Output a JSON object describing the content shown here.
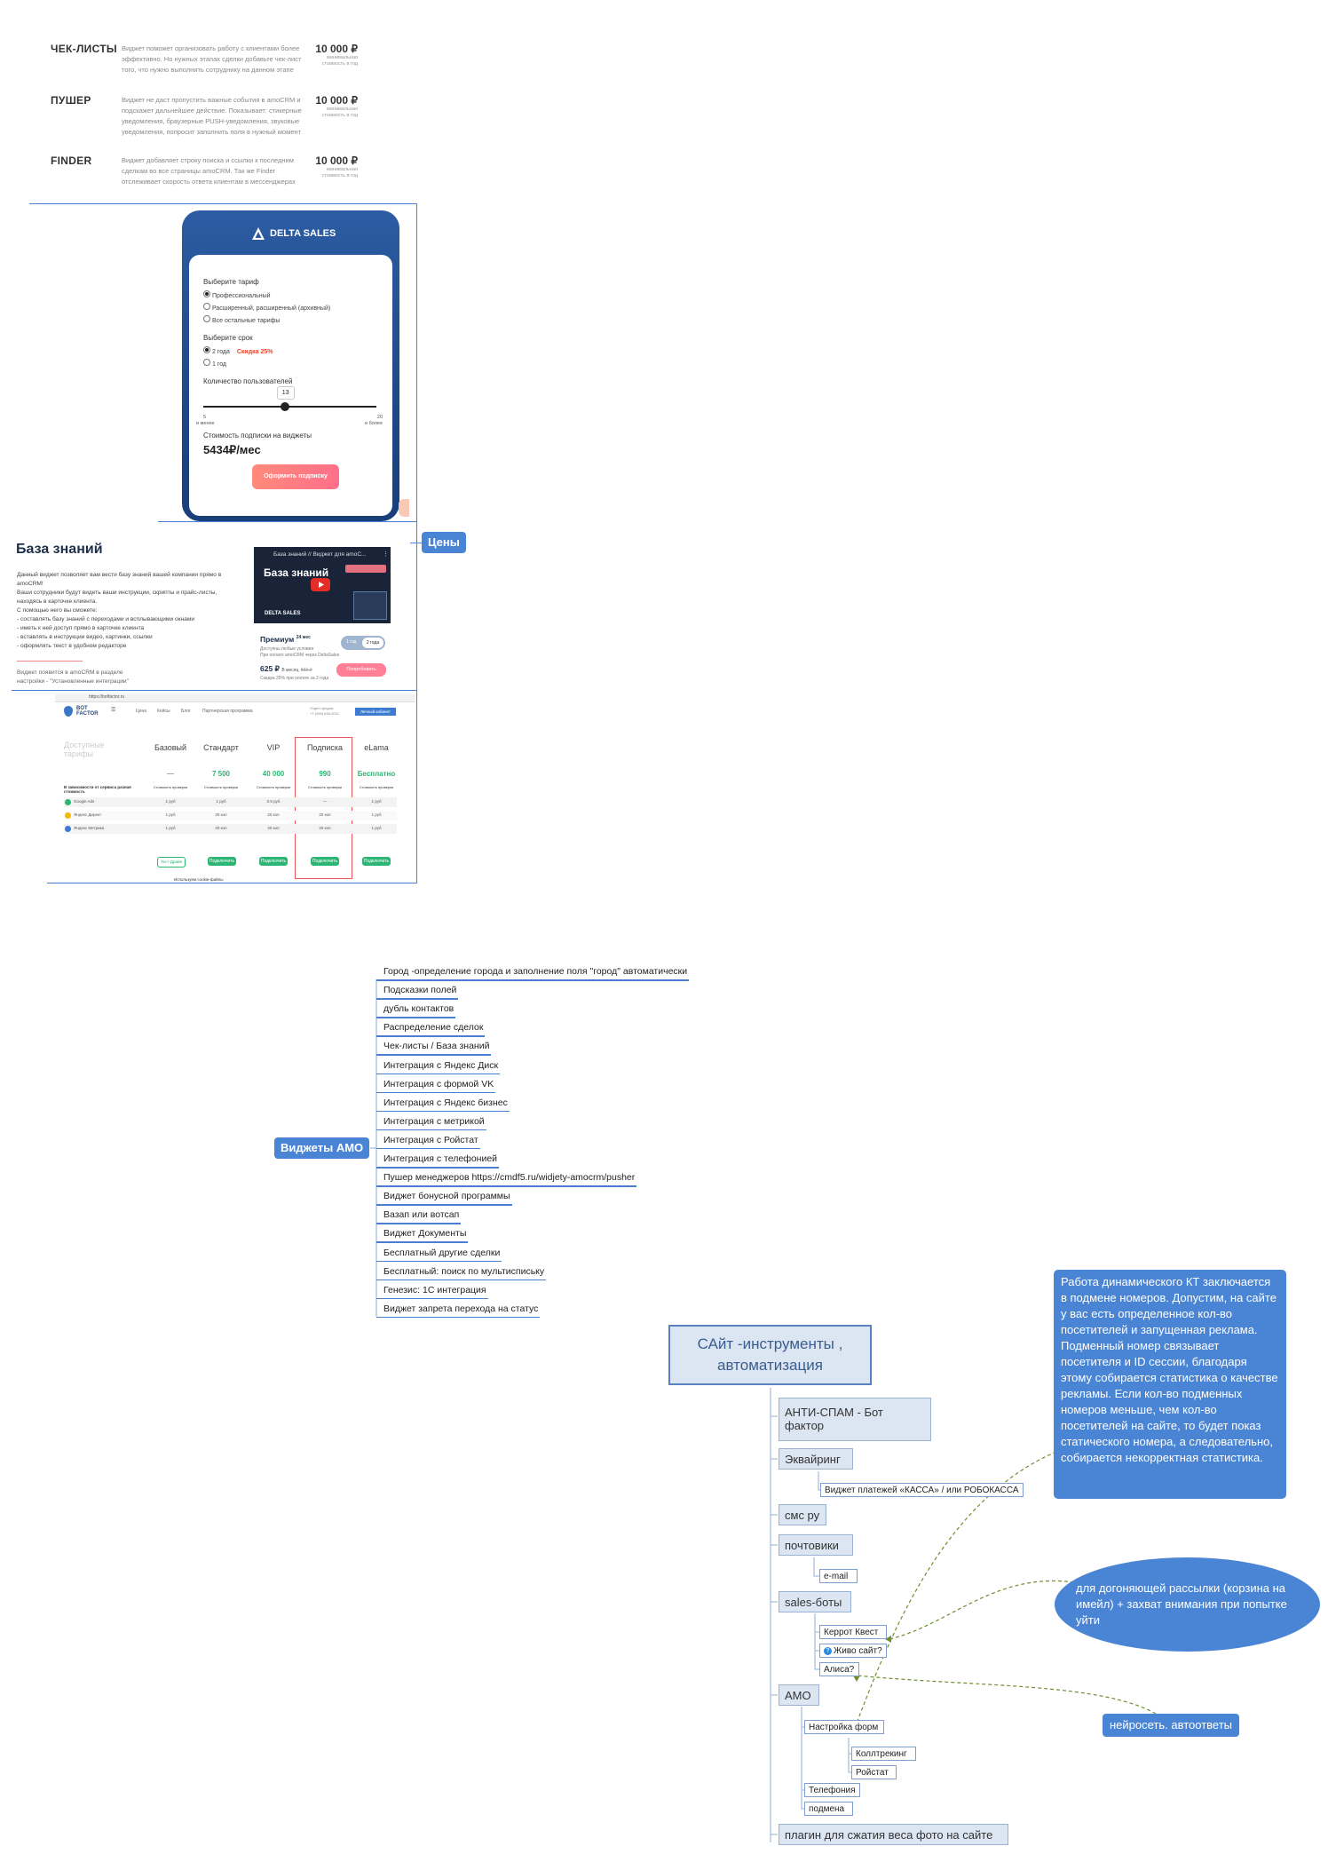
{
  "prices": [
    {
      "name": "ЧЕК-ЛИСТЫ",
      "desc": "Виджет поможет организовать работу с клиентами более эффективно. Но нужных этапах сделки добавьте чек-лист того, что нужно выполнить сотруднику на данном этапе",
      "price": "10 000 ₽",
      "unit": "минимальная стоимость в год"
    },
    {
      "name": "ПУШЕР",
      "desc": "Виджет не даст пропустить важные события в amoCRM и подскажет дальнейшее действие. Показывает: стикерные уведомления, браузерные PUSH-уведомления, звуковые уведомления, попросит заполнить поля в нужный момент",
      "price": "10 000 ₽",
      "unit": "минимальная стоимость в год"
    },
    {
      "name": "FINDER",
      "desc": "Виджет добавляет строку поиска и ссылки к последним сделкам во все страницы amoCRM. Так же Finder отслеживает скорость ответа клиентам в мессенджерах",
      "price": "10 000 ₽",
      "unit": "минимальная стоимость в год"
    }
  ],
  "delta": {
    "brand": "DELTA SALES",
    "tariff_label": "Выберите тариф",
    "tariffs": [
      "Профессиональный",
      "Расширенный, расширенный (архивный)",
      "Все остальные тарифы"
    ],
    "term_label": "Выберите срок",
    "terms": [
      "2 года",
      "1 год"
    ],
    "discount": "Скидка 25%",
    "users_label": "Количество пользователей",
    "slider_value": "13",
    "slider_fraction": 0.47,
    "min_val": "5",
    "min_note": "и менее",
    "max_val": "20",
    "max_note": "и более",
    "cost_label": "Стоимость подписки на виджеты",
    "cost": "5434₽/мес",
    "button": "Оформить подписку"
  },
  "tag_prices": "Цены",
  "kb": {
    "title": "База знаний",
    "p1": "Данный виджет позволяет вам вести базу знаний вашей компании прямо в amoCRM!",
    "p2": "Ваши сотрудники будут видеть ваши инструкции, скрипты и прайс-листы, находясь в карточке клиента.",
    "p3": "С помощью него вы сможете:",
    "bullets": [
      "- составлять базу знаний с переходами и всплывающими окнами",
      "- иметь к ней доступ прямо в карточке клиента",
      "- вставлять в инструкции видео, картинки, ссылки",
      "- оформлять текст в удобном редакторе"
    ],
    "footer1": "Виджет появится в amoCRM в разделе",
    "footer2": "настройки - \"Установленные интеграции\"",
    "video_title": "База знаний // Виджет для amoC...",
    "video_heading": "База знаний",
    "video_brand": "DELTA SALES",
    "plan": "Премиум",
    "plan_days": "24 мес",
    "plan_desc1": "Доступны любые условия",
    "plan_desc2": "При оплате amoCRM через DeltaSales",
    "toggle_a": "1 год",
    "toggle_b": "2 года",
    "kb_price": "625 ₽",
    "kb_price_unit": "В месяц",
    "kb_price_old": "833 ₽",
    "kb_discount": "Скидка 25% при оплате за 2 года",
    "kb_button": "Попробовать"
  },
  "bot": {
    "url": "https://botfactor.ru",
    "brand1": "BOT",
    "brand2": "FACTOR",
    "nav": [
      "Цена",
      "Кейсы",
      "Блог",
      "Партнерская программа"
    ],
    "phone_label": "Отдел продаж",
    "phone": "+7 (495) 646-0021",
    "cabinet": "Личный кабинет",
    "available": "Доступные",
    "tariffs_word": "тарифы",
    "columns": [
      "Базовый",
      "Стандарт",
      "VIP",
      "Подписка",
      "eLama"
    ],
    "prices": [
      "—",
      "7 500",
      "40 000",
      "990",
      "Бесплатно"
    ],
    "row_header": "В зависимости от сервиса разная стоимость",
    "col_sub": "Стоимость проверки",
    "rows": [
      {
        "name": "Google Ads",
        "vals": [
          "1 руб",
          "1 руб",
          "0.5 руб",
          "—",
          "1 руб"
        ]
      },
      {
        "name": "Яндекс Директ",
        "vals": [
          "1 руб",
          "20 коп",
          "20 коп",
          "20 коп",
          "1 руб"
        ]
      },
      {
        "name": "Яндекс Метрика",
        "vals": [
          "1 руб",
          "20 коп",
          "20 коп",
          "20 коп",
          "1 руб"
        ]
      }
    ],
    "connect": "Подключить",
    "try_btn": "Тест-Драйв",
    "cookie": "Используем cookie-файлы"
  },
  "widgets_tag": "Виджеты АМО",
  "widgets": [
    "Город -определение города и заполнение поля \"город\" автоматически",
    "Подсказки полей",
    "дубль контактов",
    "Распределение сделок",
    "Чек-листы / База знаний",
    "Интеграция с Яндекс Диск",
    "Интеграция с формой VK",
    "Интеграция с Яндекс бизнес",
    "Интеграция с метрикой",
    "Интеграция с Ройстат",
    "Интеграция с телефонией",
    "Пушер менеджеров https://cmdf5.ru/widjety-amocrm/pusher",
    "Виджет бонусной программы",
    "Вазап или вотсап",
    "Виджет Документы",
    "Бесплатный другие сделки",
    "Бесплатный: поиск по мультиспиську",
    "Генезис: 1С интеграция",
    "Виджет запрета перехода на статус"
  ],
  "mindmap": {
    "root": "САйт -инструменты ,\nавтоматизация",
    "n_antispam": "АНТИ-СПАМ - Бот фактор",
    "n_acquiring": "Эквайринг",
    "n_acquiring_sub": "Виджет платежей «КАССА» / или РОБОКАССА",
    "n_sms": "смс ру",
    "n_mail": "почтовики",
    "n_mail_sub": "e-mail",
    "n_bots": "sales-боты",
    "n_bots_subs": [
      "Керрот Квест",
      "Живо сайт?",
      "Алиса?"
    ],
    "n_amo": "АМО",
    "n_amo_forms": "Настройка форм",
    "n_amo_forms_subs": [
      "Коллтрекинг",
      "Ройстат"
    ],
    "n_amo_tel": "Телефония",
    "n_amo_sub": "подмена",
    "n_plugin": "плагин для сжатия веса фото на сайте",
    "note_kt": "Работа динамического КТ заключается в подмене номеров. Допустим, на сайте у вас есть определенное кол-во посетителей и запущенная реклама. Подменный номер связывает посетителя и ID сессии, благодаря этому собирается статистика о качестве рекламы. Если кол-во подменных номеров меньше, чем кол-во посетителей на сайте, то будет показ статического номера, а следовательно, собирается некорректная статистика.",
    "note_cart": "для догоняющей рассылки (корзина на имейл) + захват внимания при попытке уйти",
    "note_ai": "нейросеть. автоответы"
  },
  "colors": {
    "accent": "#4a84d4",
    "node_fill": "#dce6f2",
    "green": "#2bb673",
    "pink": "#ff6f8a",
    "navy": "#1f4887"
  }
}
